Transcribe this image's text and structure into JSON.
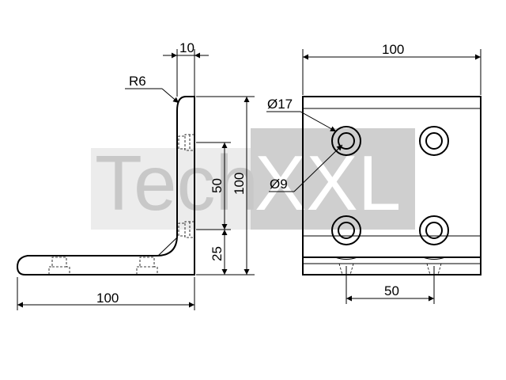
{
  "watermark": {
    "part1": "Tech",
    "part2": "XXL",
    "fill_color": "#c8c8c8",
    "box_color": "#cfcfcf"
  },
  "dimensions": {
    "thickness": "10",
    "radius": "R6",
    "side_width": "100",
    "side_height": "100",
    "hole_spacing": "50",
    "hole_offset": "25",
    "front_width": "100",
    "counterbore": "Ø17",
    "hole": "Ø9",
    "front_spacing": "50"
  },
  "colors": {
    "line": "#000000",
    "background": "#ffffff"
  }
}
